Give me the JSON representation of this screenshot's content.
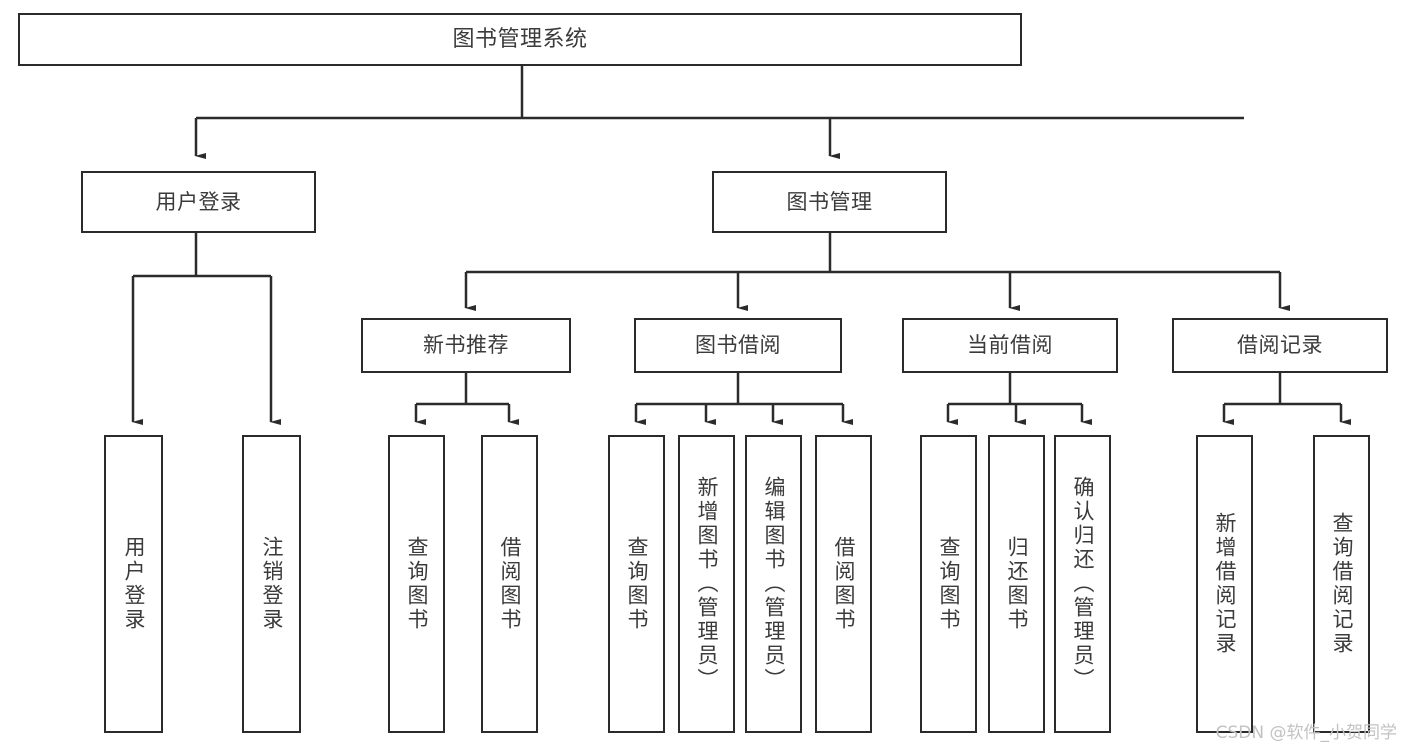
{
  "diagram": {
    "title": "图书管理系统",
    "type": "tree-hierarchy",
    "watermark": "CSDN @软件_小贺同学",
    "colors": {
      "border": "#2b2b2b",
      "text": "#3b3b3b",
      "background": "#ffffff",
      "connector": "#2b2b2b",
      "watermark": "#c2c2c2"
    },
    "nodes": {
      "root": {
        "label": "图书管理系统"
      },
      "level2": [
        {
          "label": "用户登录"
        },
        {
          "label": "图书管理"
        }
      ],
      "level3": [
        {
          "label": "新书推荐"
        },
        {
          "label": "图书借阅"
        },
        {
          "label": "当前借阅"
        },
        {
          "label": "借阅记录"
        }
      ],
      "leaves": {
        "user_login": [
          {
            "label": "用户登录"
          },
          {
            "label": "注销登录"
          }
        ],
        "new_book_recommend": [
          {
            "label": "查询图书"
          },
          {
            "label": "借阅图书"
          }
        ],
        "book_borrow": [
          {
            "label": "查询图书"
          },
          {
            "label": "新增图书（管理员）"
          },
          {
            "label": "编辑图书（管理员）"
          },
          {
            "label": "借阅图书"
          }
        ],
        "current_borrow": [
          {
            "label": "查询图书"
          },
          {
            "label": "归还图书"
          },
          {
            "label": "确认归还（管理员）"
          }
        ],
        "borrow_record": [
          {
            "label": "新增借阅记录"
          },
          {
            "label": "查询借阅记录"
          }
        ]
      }
    }
  }
}
